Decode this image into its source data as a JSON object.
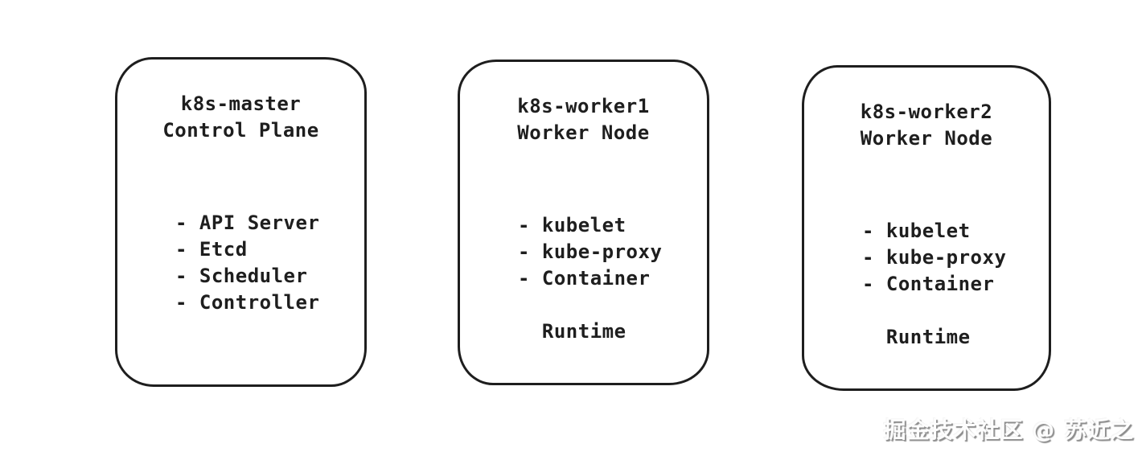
{
  "nodes": [
    {
      "hostname": "k8s-master",
      "role": "Control Plane",
      "components": [
        "- API Server",
        "- Etcd",
        "- Scheduler",
        "- Controller",
        ""
      ]
    },
    {
      "hostname": "k8s-worker1",
      "role": "Worker Node",
      "components": [
        "- kubelet",
        "- kube-proxy",
        "- Container",
        "",
        "  Runtime"
      ]
    },
    {
      "hostname": "k8s-worker2",
      "role": "Worker Node",
      "components": [
        "- kubelet",
        "- kube-proxy",
        "- Container",
        "",
        "  Runtime"
      ]
    }
  ],
  "watermark": {
    "text": "掘金技术社区 @ 苏近之"
  },
  "colors": {
    "ink": "#1e1e1e",
    "background": "#ffffff",
    "watermark_shadow": "#8c8c8c"
  }
}
